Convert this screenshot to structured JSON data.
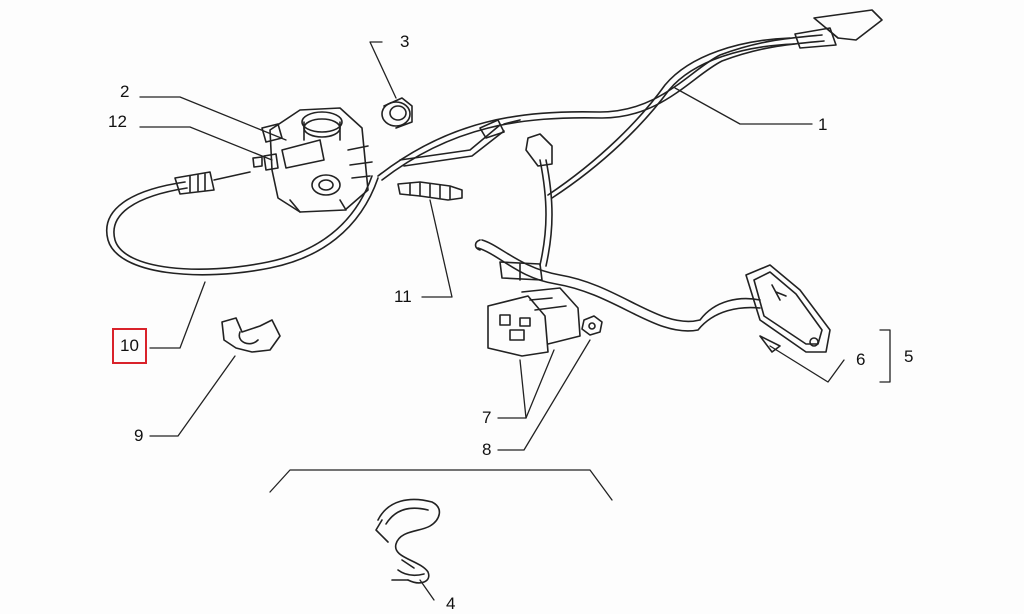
{
  "labels": {
    "p1": "1",
    "p2": "2",
    "p3": "3",
    "p4": "4",
    "p5": "5",
    "p6": "6",
    "p7": "7",
    "p8": "8",
    "p9": "9",
    "p10": "10",
    "p11": "11",
    "p12": "12"
  },
  "highlight": {
    "part": "10",
    "color": "#d9222a"
  }
}
